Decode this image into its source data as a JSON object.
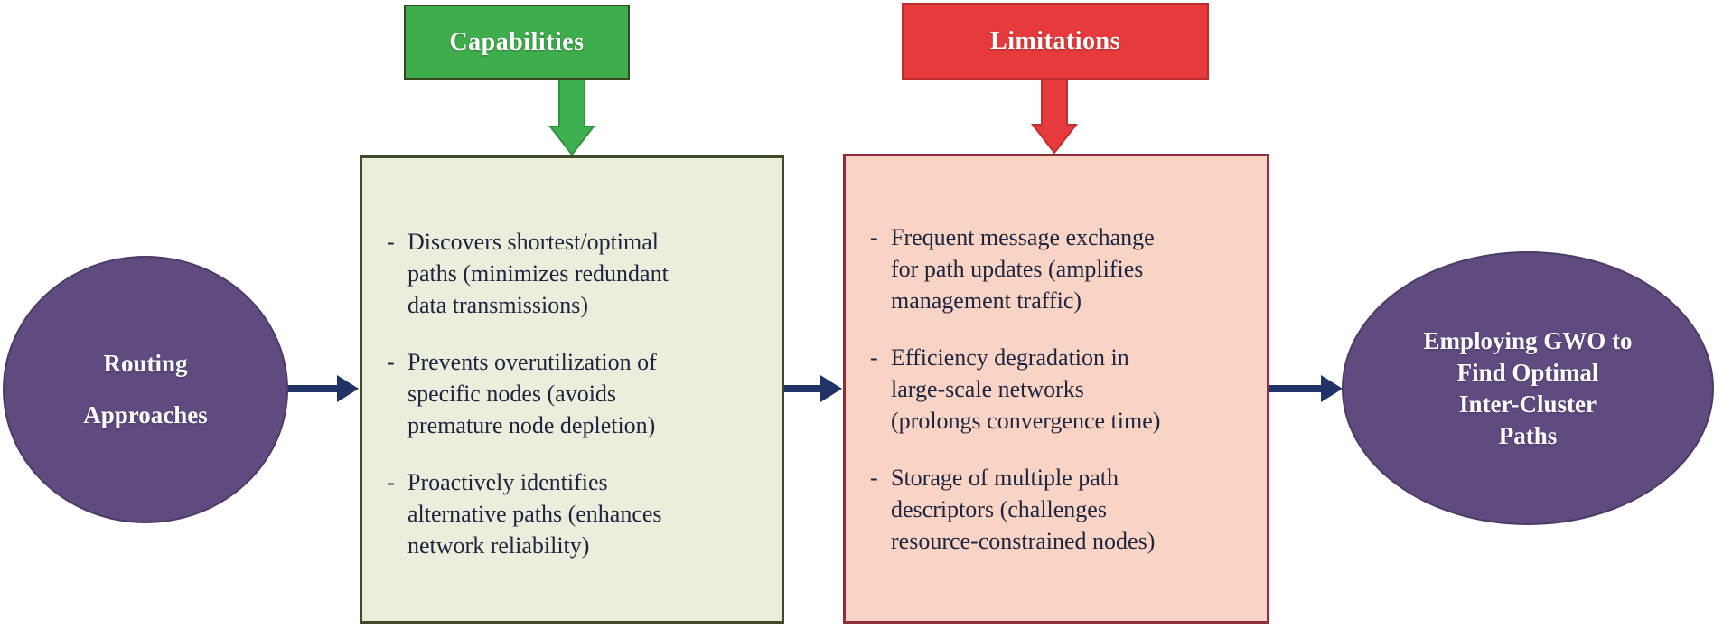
{
  "left_ellipse": {
    "lines": [
      "Routing",
      "Approaches"
    ]
  },
  "capabilities": {
    "header": "Capabilities",
    "bullet_marker": "-",
    "items": [
      "Discovers shortest/optimal\npaths (minimizes redundant\ndata transmissions)",
      "Prevents overutilization of\nspecific nodes (avoids\npremature node depletion)",
      "Proactively identifies\nalternative paths (enhances\nnetwork reliability)"
    ]
  },
  "limitations": {
    "header": "Limitations",
    "bullet_marker": "-",
    "items": [
      "Frequent message exchange\nfor path updates (amplifies\nmanagement traffic)",
      "Efficiency degradation in\nlarge-scale networks\n(prolongs convergence time)",
      "Storage of multiple path\ndescriptors (challenges\nresource-constrained nodes)"
    ]
  },
  "right_ellipse": {
    "label": "Employing GWO to\nFind Optimal\nInter-Cluster\nPaths"
  },
  "colors": {
    "ellipse_purple": "#5F4B80",
    "capabilities_header_green": "#3EAD4C",
    "capabilities_box_fill": "#EAEEDB",
    "capabilities_box_border": "#3F4B24",
    "limitations_header_red": "#E63A3D",
    "limitations_box_fill": "#F9D4C5",
    "limitations_box_border": "#8E3039",
    "green_arrow_fill": "#3EB04F",
    "green_arrow_border": "#2F9440",
    "red_arrow_fill": "#E63A3D",
    "red_arrow_border": "#C42E31",
    "flow_arrow_navy": "#1F3366",
    "body_text": "#1C2440",
    "header_text": "#FFFFFF"
  }
}
